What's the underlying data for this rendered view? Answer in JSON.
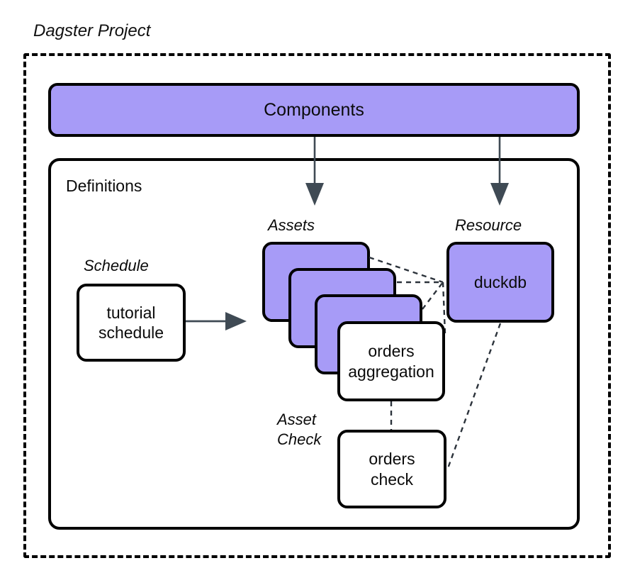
{
  "diagram": {
    "title": "Dagster Project",
    "type": "architecture-diagram",
    "colors": {
      "accent_purple": "#a79bf7",
      "stroke_black": "#000000",
      "arrow_slate": "#3f4a54",
      "background": "#ffffff",
      "dashed_edge": "#2c333b"
    },
    "containers": [
      {
        "id": "project",
        "label": "Dagster Project",
        "style": "dashed",
        "label_style": "italic-outside-top-left"
      },
      {
        "id": "definitions",
        "label": "Definitions",
        "style": "solid-rounded",
        "label_style": "inside-top-left"
      }
    ],
    "nodes": {
      "components": {
        "label": "Components",
        "fill": "purple"
      },
      "duckdb": {
        "label": "duckdb",
        "fill": "purple"
      },
      "tutorial_schedule": {
        "label_line1": "tutorial",
        "label_line2": "schedule",
        "fill": "white"
      },
      "orders_aggregation": {
        "label_line1": "orders",
        "label_line2": "aggregation",
        "fill": "white"
      },
      "orders_check": {
        "label_line1": "orders",
        "label_line2": "check",
        "fill": "white"
      },
      "asset_stack": {
        "count": 4,
        "fill": "purple",
        "note": "three purple cards behind orders aggregation"
      }
    },
    "group_labels": {
      "assets": "Assets",
      "resource": "Resource",
      "schedule": "Schedule",
      "asset_check_line1": "Asset",
      "asset_check_line2": "Check"
    },
    "edges": [
      {
        "from": "components",
        "to": "assets",
        "style": "solid-arrow"
      },
      {
        "from": "components",
        "to": "resource",
        "style": "solid-arrow"
      },
      {
        "from": "tutorial_schedule",
        "to": "assets",
        "style": "solid-arrow"
      },
      {
        "from": "asset_card_1",
        "to": "duckdb",
        "style": "dashed"
      },
      {
        "from": "asset_card_2",
        "to": "duckdb",
        "style": "dashed"
      },
      {
        "from": "asset_card_3",
        "to": "duckdb",
        "style": "dashed"
      },
      {
        "from": "orders_aggregation",
        "to": "duckdb",
        "style": "dashed"
      },
      {
        "from": "orders_aggregation",
        "to": "orders_check",
        "style": "dashed"
      },
      {
        "from": "duckdb",
        "to": "orders_check",
        "style": "dashed"
      }
    ]
  }
}
